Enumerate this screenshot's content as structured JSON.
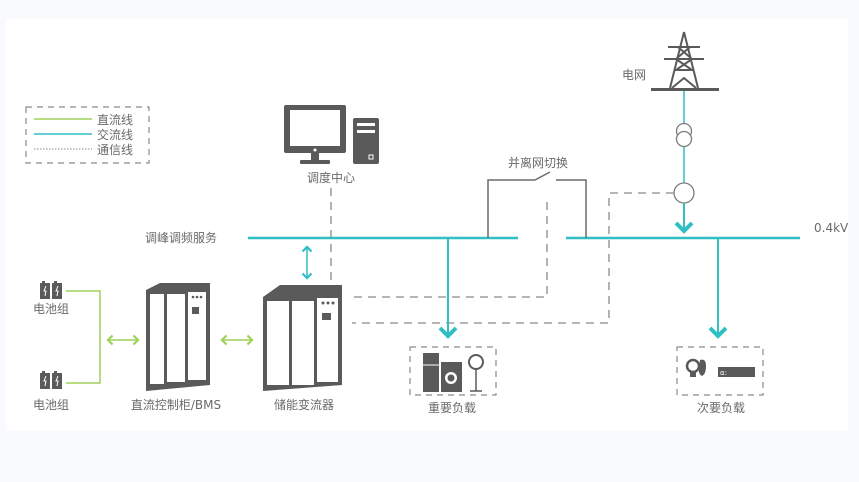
{
  "legend": {
    "items": [
      {
        "label": "直流线",
        "color": "#9ed25a",
        "style": "solid"
      },
      {
        "label": "交流线",
        "color": "#2fbfc4",
        "style": "solid"
      },
      {
        "label": "通信线",
        "color": "#8a8a8a",
        "style": "dotted"
      }
    ]
  },
  "nodes": {
    "grid": "电网",
    "dispatch_center": "调度中心",
    "switch": "并离网切换",
    "peak_service": "调峰调频服务",
    "bus_voltage": "0.4kV",
    "battery_1": "电池组",
    "battery_2": "电池组",
    "dc_cabinet": "直流控制柜/BMS",
    "pcs": "储能变流器",
    "important_load": "重要负载",
    "secondary_load": "次要负载"
  },
  "colors": {
    "ac": "#2fbfc4",
    "dc": "#9ed25a",
    "comm": "#8a8a8a",
    "icon": "#5a5a5a",
    "background": "#f9fafd"
  }
}
